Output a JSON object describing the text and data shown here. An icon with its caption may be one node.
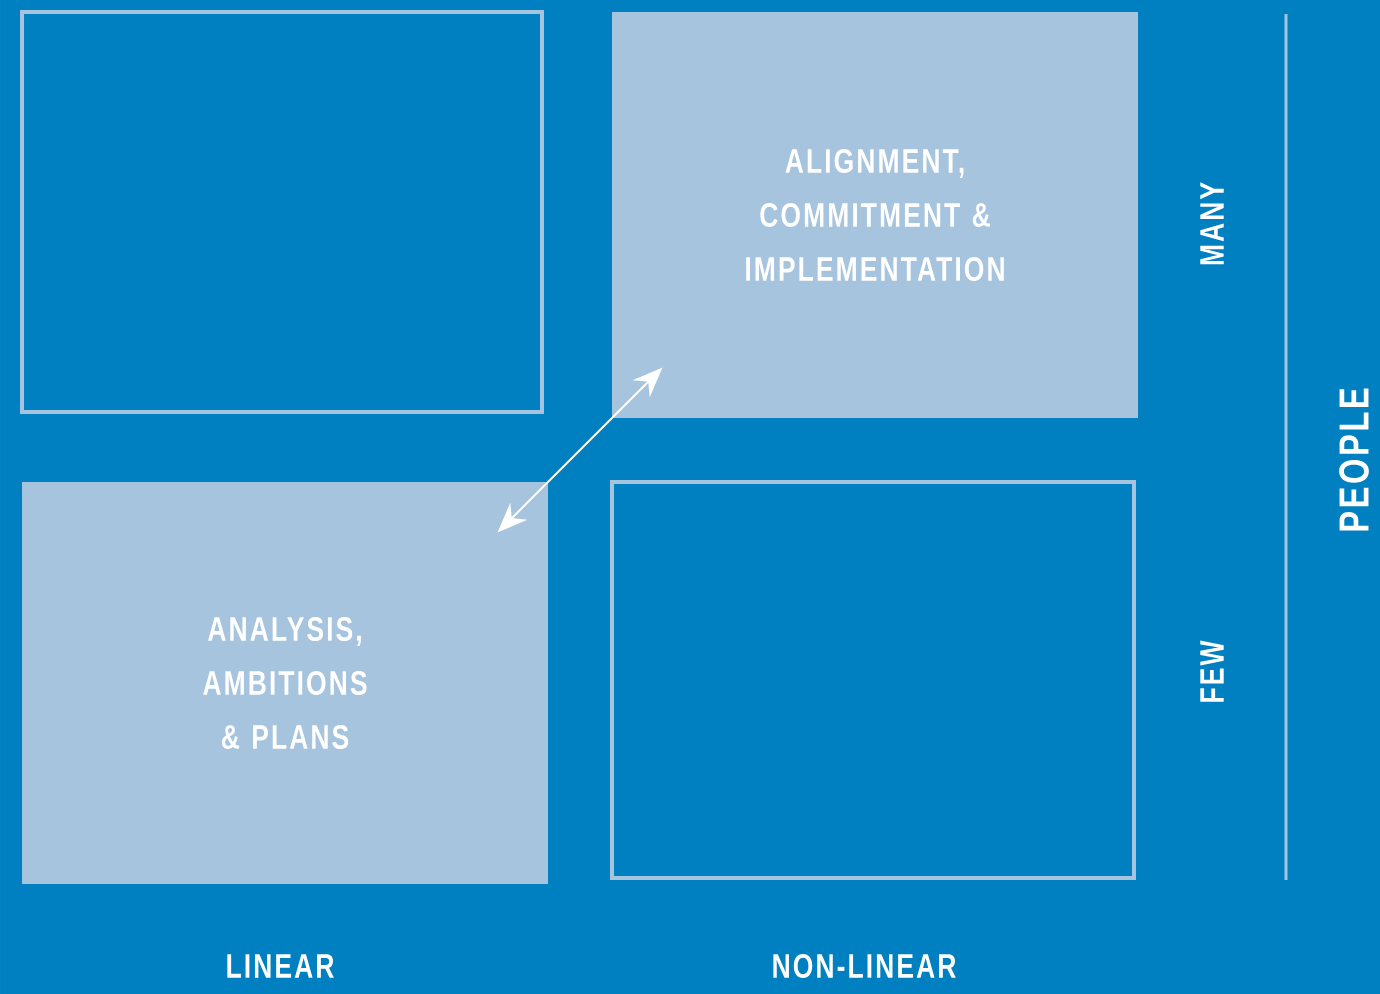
{
  "diagram": {
    "nodes": [
      {
        "text": [],
        "shape": "box"
      },
      {
        "text": [
          "ALIGNMENT, COMMITMENT & IMPLEMENTATION"
        ]
      },
      {
        "text": [
          "ANALYSIS, AMBITIONS & PLANS"
        ]
      },
      {
        "text": [],
        "shape": "box"
      }
    ],
    "edges": [
      {
        "from": 2,
        "to": 1,
        "arrow": "both"
      }
    ],
    "labels": [
      "MANY",
      "FEW",
      "PEOPLE",
      "LINEAR",
      "NON-LINEAR"
    ]
  }
}
